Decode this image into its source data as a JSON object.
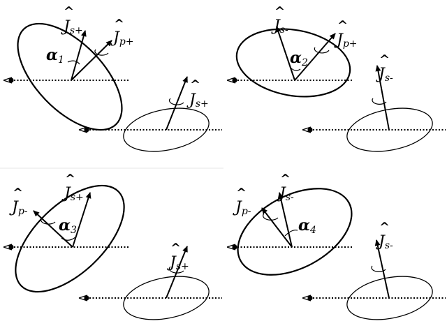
{
  "panels": [
    {
      "id": "panel-1",
      "big_body": {
        "jet_labels": [
          {
            "symbol": "J",
            "subscript": "s+"
          },
          {
            "symbol": "J",
            "subscript": "p+"
          }
        ],
        "angle_label": {
          "symbol": "α",
          "subscript": "1"
        }
      },
      "small_body": {
        "jet_label": {
          "symbol": "J",
          "subscript": "s+"
        }
      }
    },
    {
      "id": "panel-2",
      "big_body": {
        "jet_labels": [
          {
            "symbol": "J",
            "subscript": "s-"
          },
          {
            "symbol": "J",
            "subscript": "p+"
          }
        ],
        "angle_label": {
          "symbol": "α",
          "subscript": "2"
        }
      },
      "small_body": {
        "jet_label": {
          "symbol": "J",
          "subscript": "s-"
        }
      }
    },
    {
      "id": "panel-3",
      "big_body": {
        "jet_labels": [
          {
            "symbol": "J",
            "subscript": "p-"
          },
          {
            "symbol": "J",
            "subscript": "s+"
          }
        ],
        "angle_label": {
          "symbol": "α",
          "subscript": "3"
        }
      },
      "small_body": {
        "jet_label": {
          "symbol": "J",
          "subscript": "s+"
        }
      }
    },
    {
      "id": "panel-4",
      "big_body": {
        "jet_labels": [
          {
            "symbol": "J",
            "subscript": "p-"
          },
          {
            "symbol": "J",
            "subscript": "s-"
          }
        ],
        "angle_label": {
          "symbol": "α",
          "subscript": "4"
        }
      },
      "small_body": {
        "jet_label": {
          "symbol": "J",
          "subscript": "s-"
        }
      }
    }
  ],
  "icons": [
    "eye-icon",
    "rotation-arrow-icon"
  ],
  "colors": {
    "line": "#000000",
    "divider": "#e6e6e6",
    "background": "#ffffff"
  }
}
